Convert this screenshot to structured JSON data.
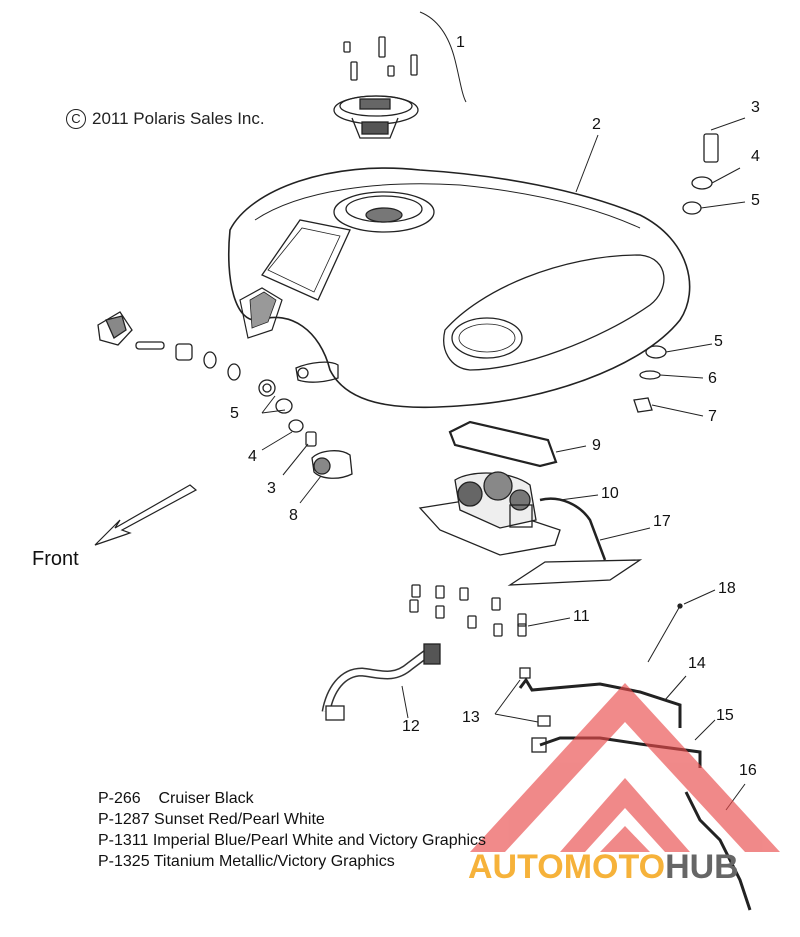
{
  "copyright": {
    "symbol": "C",
    "text": "2011 Polaris Sales Inc."
  },
  "front_label": "Front",
  "callouts": [
    "1",
    "2",
    "3",
    "4",
    "5",
    "5",
    "6",
    "7",
    "9",
    "10",
    "17",
    "5",
    "4",
    "3",
    "8",
    "11",
    "18",
    "14",
    "13",
    "15",
    "12",
    "16"
  ],
  "color_options": [
    {
      "code": "P-266",
      "name": "Cruiser Black"
    },
    {
      "code": "P-1287",
      "name": "Sunset Red/Pearl White"
    },
    {
      "code": "P-1311",
      "name": "Imperial Blue/Pearl White and Victory Graphics"
    },
    {
      "code": "P-1325",
      "name": "Titanium Metallic/Victory Graphics"
    }
  ],
  "watermark": {
    "part1": "AUTOMOTO",
    "part2": "HUB",
    "color1": "#f6b23a",
    "color2": "#666666",
    "logo_color": "#e94b4b"
  }
}
